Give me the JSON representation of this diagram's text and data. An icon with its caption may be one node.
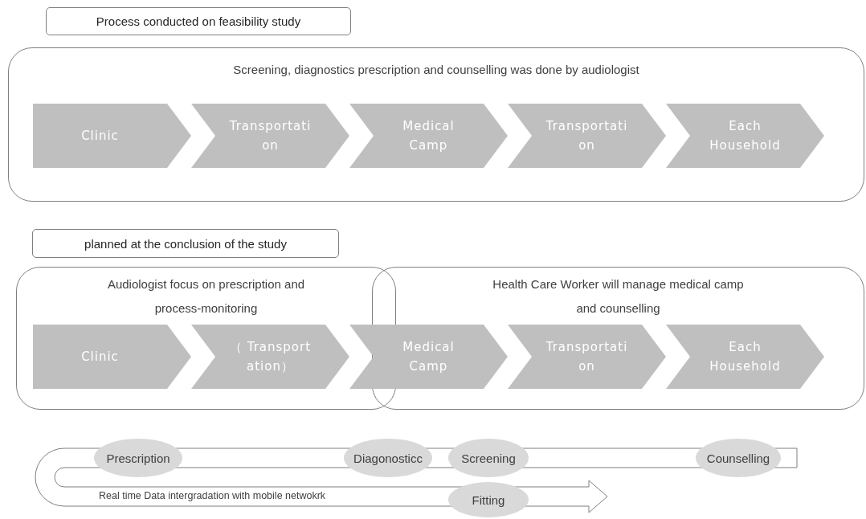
{
  "diagram": {
    "nodes": [
      {
        "text": [
          "Process conducted on feasibility study"
        ]
      },
      {
        "text": [
          "Screening, diagnostics prescription and counselling was done by audiologist"
        ]
      },
      {
        "text": [
          "Clinic"
        ],
        "in": 1
      },
      {
        "text": [
          "Transportati on"
        ],
        "in": 1
      },
      {
        "text": [
          "Medical Camp"
        ],
        "in": 1
      },
      {
        "text": [
          "Transportati on"
        ],
        "in": 1
      },
      {
        "text": [
          "Each Household"
        ],
        "in": 1
      },
      {
        "text": [
          "planned at the conclusion of the study"
        ]
      },
      {
        "text": [
          "Audiologist focus on prescription and process-monitoring"
        ]
      },
      {
        "text": [
          "Health Care Worker will manage medical camp and counselling"
        ]
      },
      {
        "text": [
          "Clinic"
        ],
        "in": 8
      },
      {
        "text": [
          "（ Transport ation）"
        ],
        "in": 8
      },
      {
        "text": [
          "Medical Camp"
        ]
      },
      {
        "text": [
          "Transportati on"
        ],
        "in": 9
      },
      {
        "text": [
          "Each Household"
        ],
        "in": 9
      },
      {
        "text": [
          "Real time Data intergradation with mobile netwokrk"
        ]
      },
      {
        "text": [
          "Prescription"
        ]
      },
      {
        "text": [
          "Diagonosticc"
        ]
      },
      {
        "text": [
          "Screening"
        ]
      },
      {
        "text": [
          "Counselling"
        ]
      },
      {
        "text": [
          "Fitting"
        ]
      }
    ]
  }
}
